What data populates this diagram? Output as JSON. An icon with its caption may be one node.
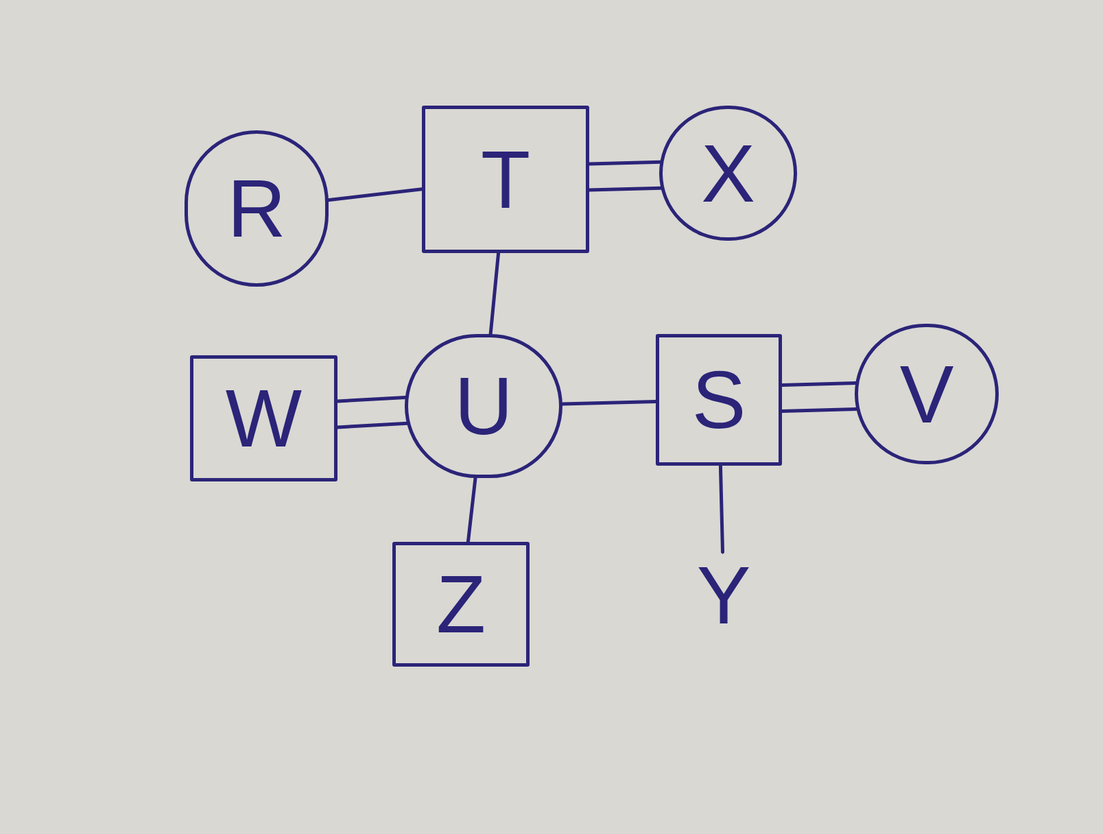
{
  "diagram": {
    "nodes": [
      {
        "text": [
          "R"
        ]
      },
      {
        "text": [
          "T"
        ]
      },
      {
        "text": [
          "X"
        ]
      },
      {
        "text": [
          "W"
        ]
      },
      {
        "text": [
          "U"
        ]
      },
      {
        "text": [
          "S"
        ]
      },
      {
        "text": [
          "V"
        ]
      },
      {
        "text": [
          "Z"
        ]
      },
      {
        "text": [
          "Y"
        ]
      }
    ],
    "edges": [
      {
        "from": 0,
        "to": 1,
        "arrow": "none"
      },
      {
        "from": 1,
        "to": 2,
        "arrow": "none"
      },
      {
        "from": 1,
        "to": 2,
        "arrow": "none"
      },
      {
        "from": 1,
        "to": 4,
        "arrow": "none"
      },
      {
        "from": 3,
        "to": 4,
        "arrow": "none"
      },
      {
        "from": 3,
        "to": 4,
        "arrow": "none"
      },
      {
        "from": 4,
        "to": 5,
        "arrow": "none"
      },
      {
        "from": 5,
        "to": 6,
        "arrow": "none"
      },
      {
        "from": 5,
        "to": 6,
        "arrow": "none"
      },
      {
        "from": 4,
        "to": 7,
        "arrow": "none"
      },
      {
        "from": 5,
        "to": 8,
        "arrow": "none"
      }
    ]
  }
}
